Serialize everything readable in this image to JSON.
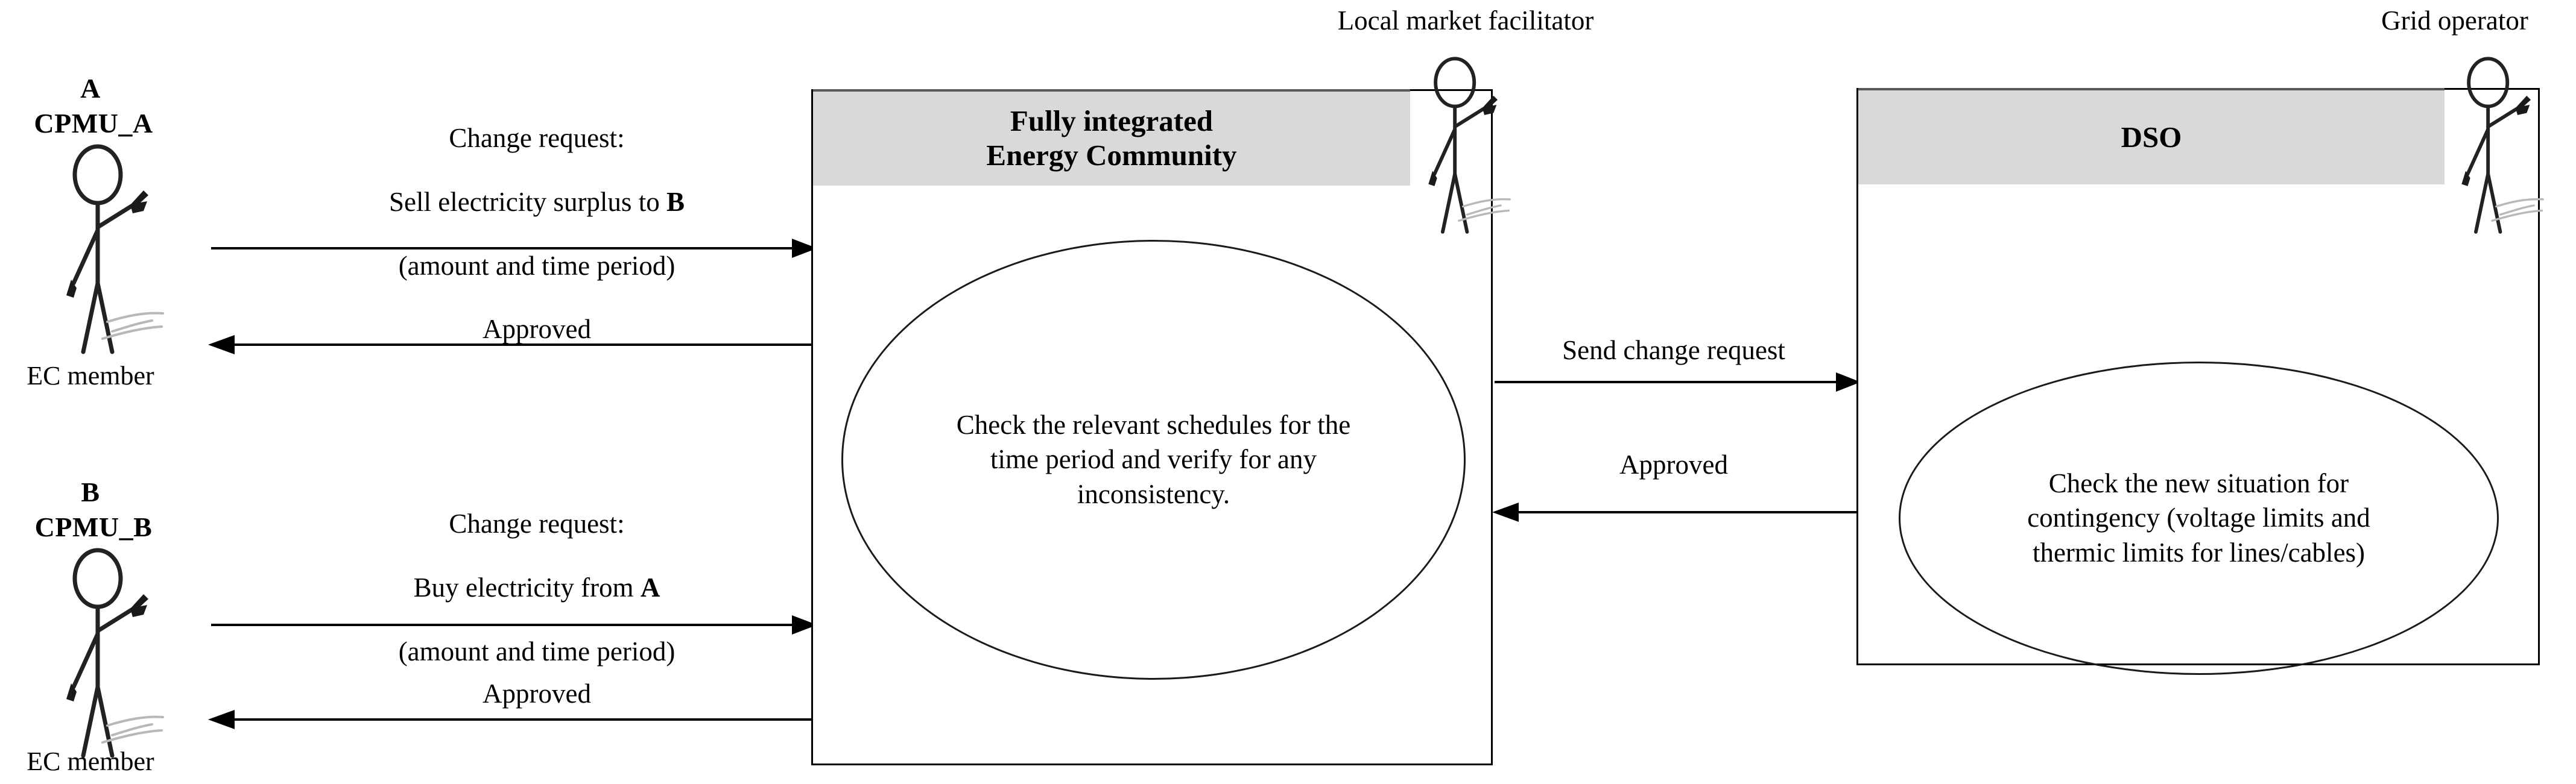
{
  "diagram": {
    "title_not_shown": "",
    "actors": [
      {
        "id": "A",
        "unit": "CPMU_A",
        "role": "EC member",
        "icon": "stick-figure-person"
      },
      {
        "id": "B",
        "unit": "CPMU_B",
        "role": "EC member",
        "icon": "stick-figure-person"
      }
    ],
    "process_boxes": [
      {
        "key": "energy_community",
        "header": "Fully integrated\nEnergy Community",
        "activity": "Check the relevant schedules for the\ntime period and verify for any\ninconsistency.",
        "actor_caption": "Local market facilitator",
        "actor_icon": "stick-figure-person"
      },
      {
        "key": "dso",
        "header": "DSO",
        "activity": "Check the new situation for\ncontingency (voltage  limits and\nthermic limits for lines/cables)",
        "actor_caption": "Grid operator",
        "actor_icon": "stick-figure-person"
      }
    ],
    "messages": [
      {
        "key": "a_request",
        "line1": "Change request:",
        "line2_pre": "Sell electricity surplus to ",
        "line2_bold": "B",
        "line3": "(amount and time period)",
        "direction": "right"
      },
      {
        "key": "a_approved",
        "text": "Approved",
        "direction": "left"
      },
      {
        "key": "b_request",
        "line1": "Change request:",
        "line2_pre": "Buy electricity from ",
        "line2_bold": "A",
        "line3": "(amount and time period)",
        "direction": "right"
      },
      {
        "key": "b_approved",
        "text": "Approved",
        "direction": "left"
      },
      {
        "key": "ec_to_dso",
        "text": "Send change request",
        "direction": "right"
      },
      {
        "key": "dso_to_ec",
        "text": "Approved",
        "direction": "left"
      }
    ],
    "colors": {
      "header_fill": "#d9d9d9",
      "header_top_rule": "#595959",
      "box_border": "#000000",
      "ellipse_border": "#1a1a1a",
      "arrow": "#000000",
      "background": "#ffffff",
      "text": "#000000"
    }
  }
}
